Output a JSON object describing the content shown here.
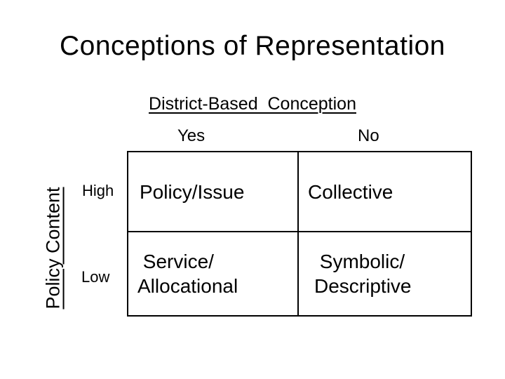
{
  "slide": {
    "title": "Conceptions of Representation",
    "colors": {
      "background": "#ffffff",
      "text": "#000000",
      "border": "#000000"
    },
    "matrix": {
      "column_axis_title": "District-Based  Conception",
      "column_labels": [
        "Yes",
        "No"
      ],
      "row_axis_title": "Policy Content",
      "row_labels": [
        "High",
        "Low"
      ],
      "cells": [
        [
          "Policy/Issue",
          "Collective"
        ],
        [
          " Service/\nAllocational",
          " Symbolic/\nDescriptive"
        ]
      ]
    }
  }
}
